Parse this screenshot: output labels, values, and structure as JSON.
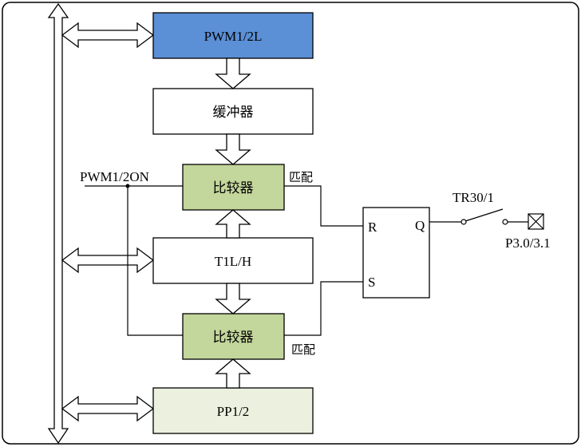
{
  "blocks": {
    "pwm_reg": "PWM1/2L",
    "buffer": "缓冲器",
    "comparator_top": "比较器",
    "timer": "T1L/H",
    "comparator_bottom": "比较器",
    "pp_reg": "PP1/2"
  },
  "labels": {
    "pwm_on": "PWM1/2ON",
    "match_top": "匹配",
    "match_bottom": "匹配",
    "tr_switch": "TR30/1",
    "output_pin": "P3.0/3.1"
  },
  "flipflop": {
    "r": "R",
    "s": "S",
    "q": "Q"
  },
  "colors": {
    "pwm_reg_fill": "#5b8fd6",
    "comparator_fill": "#c3d69b",
    "pp_reg_fill": "#ebf1de",
    "frame": "#000000"
  }
}
